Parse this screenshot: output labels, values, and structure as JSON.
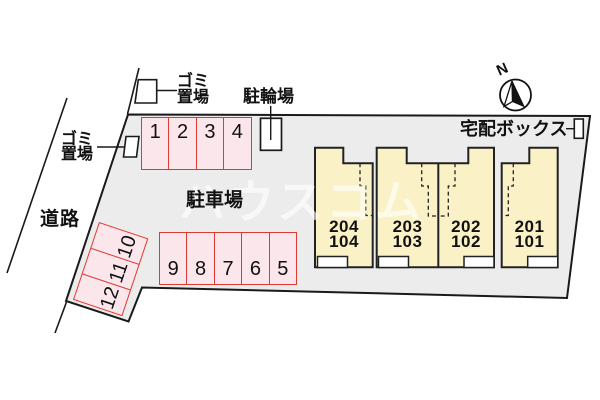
{
  "site": {
    "road_label": "道路",
    "watermark": "ハウスコム"
  },
  "compass": {
    "north_label": "N"
  },
  "facilities": {
    "garbage_top": {
      "line1": "ゴミ",
      "line2": "置場"
    },
    "garbage_left": {
      "line1": "ゴミ",
      "line2": "置場"
    },
    "bicycle": {
      "label": "駐輪場"
    },
    "parking_lot": {
      "label": "駐車場"
    },
    "delivery_box": {
      "label": "宅配ボックス"
    }
  },
  "parking": {
    "row_top": [
      "1",
      "2",
      "3",
      "4"
    ],
    "row_mid": [
      "9",
      "8",
      "7",
      "6",
      "5"
    ],
    "row_side": [
      "10",
      "11",
      "12"
    ]
  },
  "building": {
    "units": [
      {
        "upper": "204",
        "lower": "104"
      },
      {
        "upper": "203",
        "lower": "103"
      },
      {
        "upper": "202",
        "lower": "102"
      },
      {
        "upper": "201",
        "lower": "101"
      }
    ]
  },
  "colors": {
    "site_fill": "#ececec",
    "outline": "#1a1a1a",
    "stall_fill": "#fbe6ec",
    "stall_border": "#de3a34",
    "building_fill": "#faf2c6"
  }
}
